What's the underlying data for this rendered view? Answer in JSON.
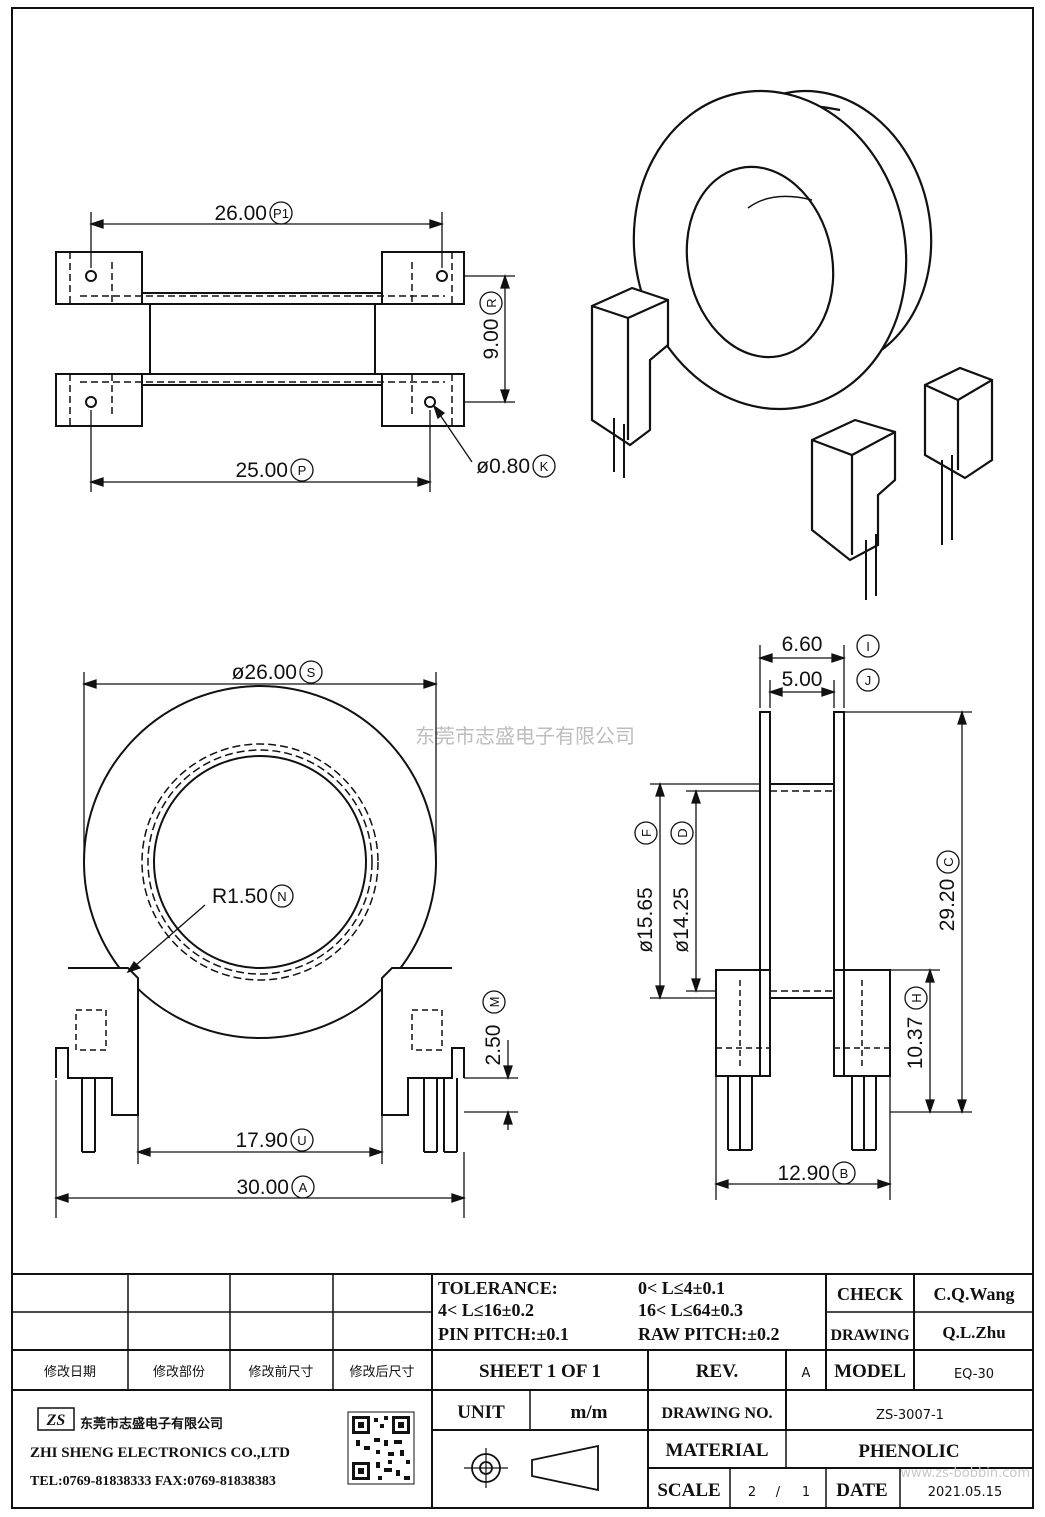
{
  "watermark": "东莞市志盛电子有限公司",
  "watermark_url": "www.zs-bobbin.com",
  "top_view": {
    "dim_p1": "26.00",
    "dim_p1_tag": "P1",
    "dim_r": "9.00",
    "dim_r_tag": "R",
    "dim_p": "25.00",
    "dim_p_tag": "P",
    "dim_k": "ø0.80",
    "dim_k_tag": "K"
  },
  "front_view": {
    "dim_s": "ø26.00",
    "dim_s_tag": "S",
    "dim_n": "R1.50",
    "dim_n_tag": "N",
    "dim_m": "2.50",
    "dim_m_tag": "M",
    "dim_u": "17.90",
    "dim_u_tag": "U",
    "dim_a": "30.00",
    "dim_a_tag": "A"
  },
  "side_view": {
    "dim_i": "6.60",
    "dim_i_tag": "I",
    "dim_j": "5.00",
    "dim_j_tag": "J",
    "dim_f": "ø15.65",
    "dim_f_tag": "F",
    "dim_d": "ø14.25",
    "dim_d_tag": "D",
    "dim_c": "29.20",
    "dim_c_tag": "C",
    "dim_h": "10.37",
    "dim_h_tag": "H",
    "dim_b": "12.90",
    "dim_b_tag": "B"
  },
  "title_block": {
    "rev_headers": [
      "修改日期",
      "修改部份",
      "修改前尺寸",
      "修改后尺寸"
    ],
    "tolerance_label": "TOLERANCE:",
    "tol_1": "0< L≤4±0.1",
    "tol_2": "4< L≤16±0.2",
    "tol_3": "16< L≤64±0.3",
    "pin_pitch": "PIN PITCH:±0.1",
    "raw_pitch": "RAW PITCH:±0.2",
    "check_label": "CHECK",
    "check_value": "C.Q.Wang",
    "drawing_label": "DRAWING",
    "drawing_value": "Q.L.Zhu",
    "sheet": "SHEET 1 OF 1",
    "rev_label": "REV.",
    "rev_value": "A",
    "model_label": "MODEL",
    "model_value": "EQ-30",
    "unit_label": "UNIT",
    "unit_value": "m/m",
    "drawing_no_label": "DRAWING NO.",
    "drawing_no_value": "ZS-3007-1",
    "material_label": "MATERIAL",
    "material_value": "PHENOLIC",
    "scale_label": "SCALE",
    "scale_num": "2",
    "scale_sep": "/",
    "scale_den": "1",
    "date_label": "DATE",
    "date_value": "2021.05.15",
    "company_cn": "东莞市志盛电子有限公司",
    "company_en": "ZHI SHENG ELECTRONICS CO.,LTD",
    "company_tel": "TEL:0769-81838333 FAX:0769-81838383",
    "logo_text": "ZS"
  }
}
